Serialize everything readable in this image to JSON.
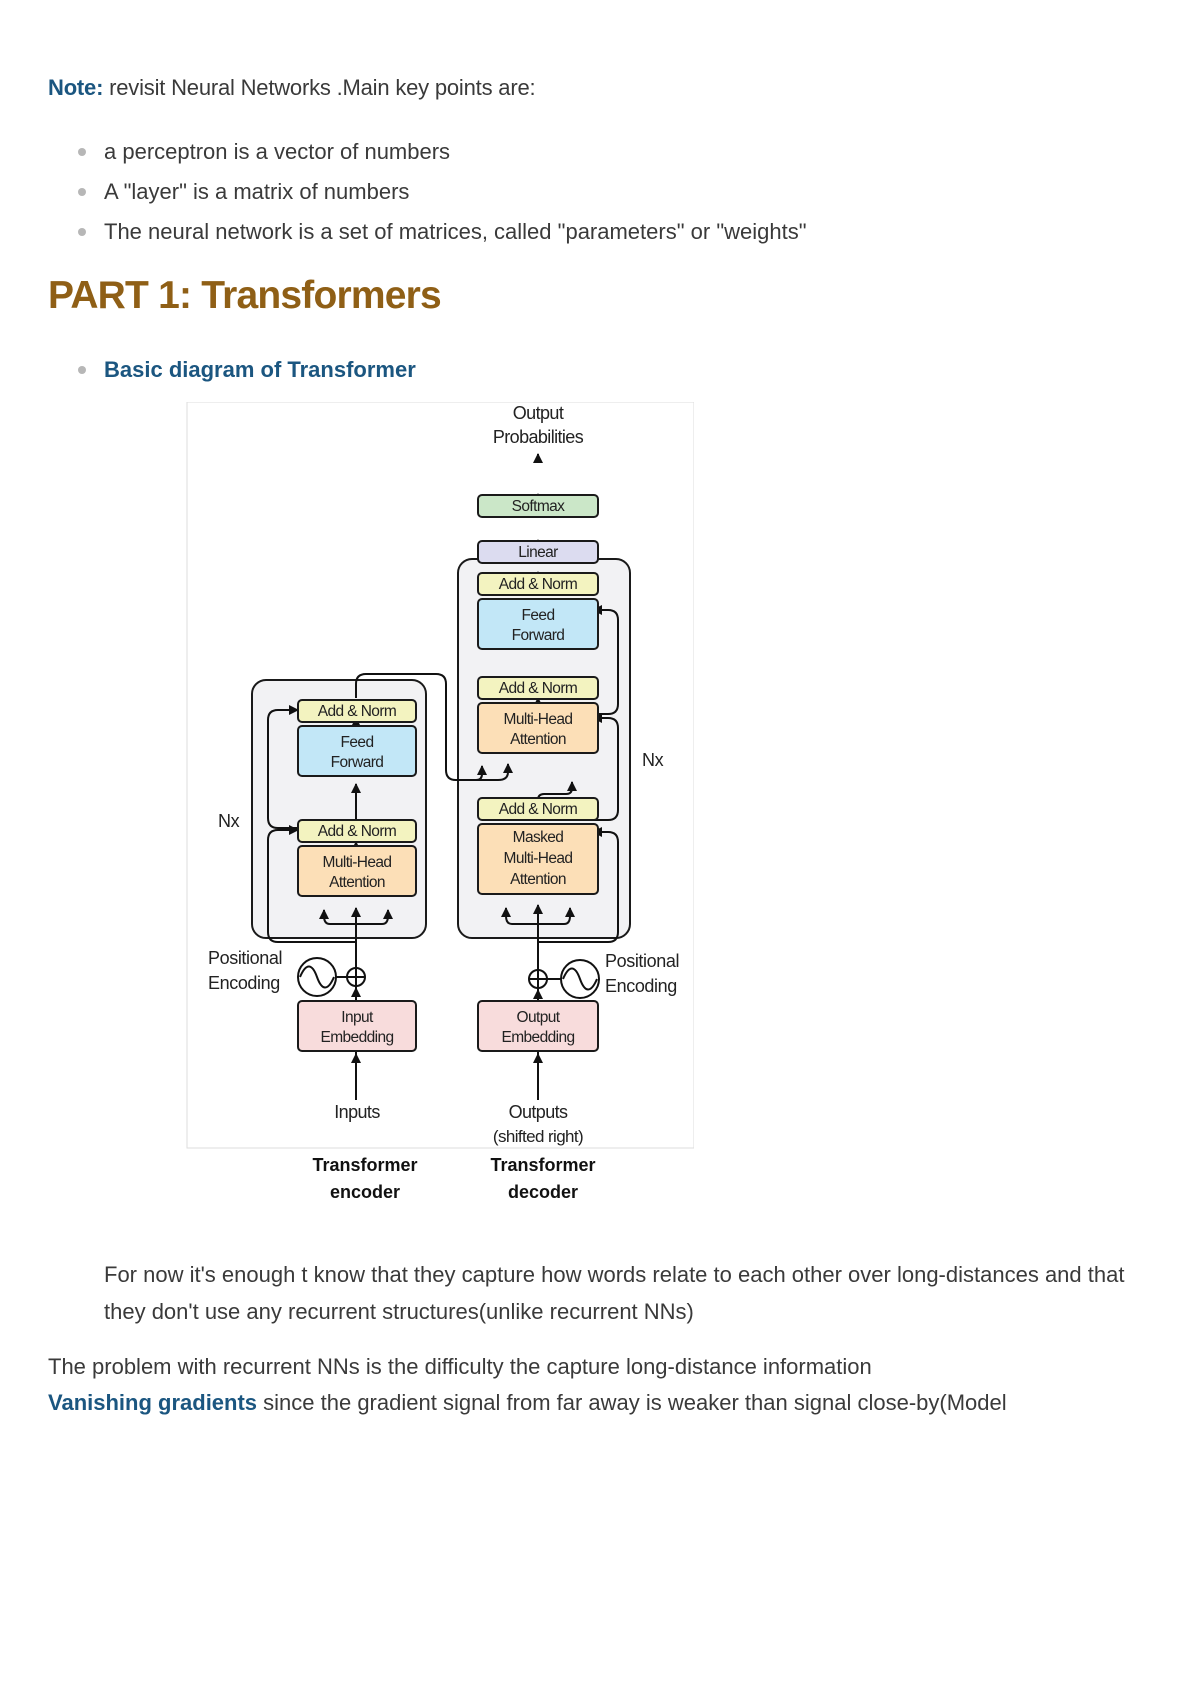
{
  "note": {
    "label": "Note:",
    "text": " revisit Neural Networks .Main key points are:",
    "points": [
      "a perceptron is a vector of numbers",
      "A \"layer\" is a matrix of numbers",
      "The neural network is a set of matrices, called \"parameters\" or \"weights\""
    ]
  },
  "section": {
    "title": "PART 1: Transformers",
    "link": "Basic diagram of Transformer"
  },
  "diagram": {
    "output_probabilities": [
      "Output",
      "Probabilities"
    ],
    "softmax": "Softmax",
    "linear": "Linear",
    "add_norm": "Add & Norm",
    "feed_forward": [
      "Feed",
      "Forward"
    ],
    "multi_head_attention": [
      "Multi-Head",
      "Attention"
    ],
    "masked_multi_head_attention": [
      "Masked",
      "Multi-Head",
      "Attention"
    ],
    "nx": "Nx",
    "positional_encoding": [
      "Positional",
      "Encoding"
    ],
    "input_embedding": [
      "Input",
      "Embedding"
    ],
    "output_embedding": [
      "Output",
      "Embedding"
    ],
    "inputs": "Inputs",
    "outputs": [
      "Outputs",
      "(shifted right)"
    ],
    "encoder_caption": [
      "Transformer",
      "encoder"
    ],
    "decoder_caption": [
      "Transformer",
      "decoder"
    ]
  },
  "paragraphs": {
    "indented": "For now it's enough t know that they capture how words relate to each other over long-distances and that they don't use any recurrent structures(unlike recurrent NNs)",
    "problem": "The problem with recurrent NNs is the difficulty the capture long-distance information",
    "vanishing_label": "Vanishing gradients",
    "vanishing_text": " since the gradient signal from far away is weaker than signal close-by(Model"
  },
  "colors": {
    "accent_blue": "#1b5680",
    "heading_brown": "#8f5f16",
    "add_norm_fill": "#f3f3c0",
    "feed_forward_fill": "#c2e7f7",
    "attention_fill": "#fcdfb7",
    "embedding_fill": "#f8dcdc",
    "softmax_fill": "#cbe7c8",
    "linear_fill": "#dcdcf0",
    "stack_fill": "#f2f2f4"
  }
}
